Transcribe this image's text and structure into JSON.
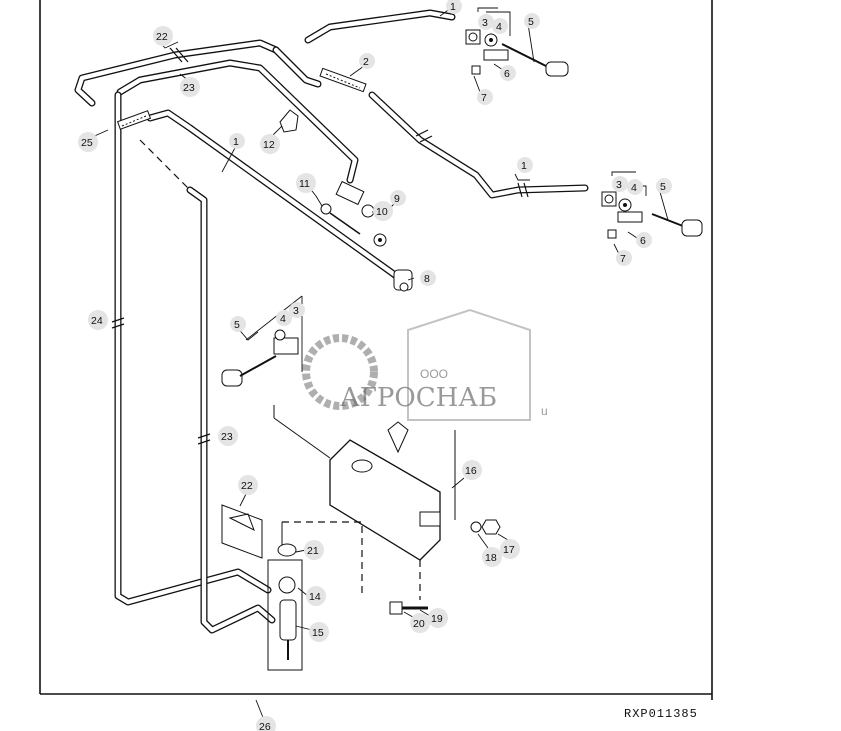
{
  "callouts": {
    "c1a": "1",
    "c1b": "1",
    "c1c": "1",
    "c2": "2",
    "c3a": "3",
    "c3b": "3",
    "c3c": "3",
    "c4a": "4",
    "c4b": "4",
    "c4c": "4",
    "c5a": "5",
    "c5b": "5",
    "c5c": "5",
    "c6a": "6",
    "c6b": "6",
    "c7a": "7",
    "c7b": "7",
    "c8": "8",
    "c9": "9",
    "c10": "10",
    "c11": "11",
    "c12": "12",
    "c14": "14",
    "c15": "15",
    "c16": "16",
    "c17": "17",
    "c18": "18",
    "c19": "19",
    "c20": "20",
    "c21": "21",
    "c22a": "22",
    "c22b": "22",
    "c23a": "23",
    "c23b": "23",
    "c24": "24",
    "c25": "25",
    "c26": "26"
  },
  "watermark": {
    "company_small": "ООО",
    "company_name": "АГРОСНАБ",
    "suffix": "u"
  },
  "figure_code": "RXP011385"
}
